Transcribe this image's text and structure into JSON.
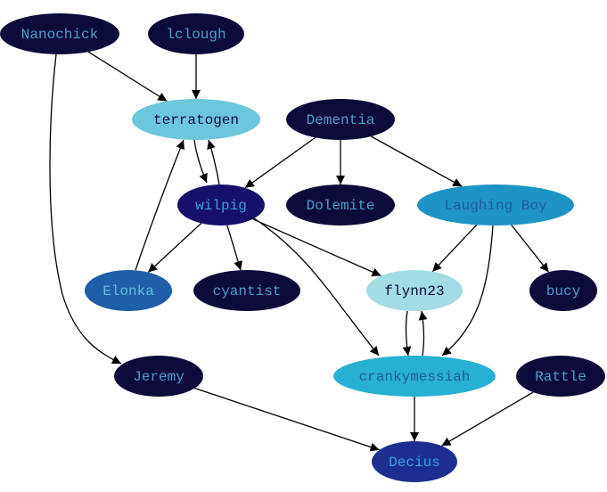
{
  "graph": {
    "nodes": [
      {
        "id": "Nanochick",
        "label": "Nanochick",
        "fill": "#0d0b3a",
        "text": "#4a9ec8"
      },
      {
        "id": "lclough",
        "label": "lclough",
        "fill": "#0d0b3a",
        "text": "#4a9ec8"
      },
      {
        "id": "terratogen",
        "label": "terratogen",
        "fill": "#6cc6dc",
        "text": "#0d0b3a"
      },
      {
        "id": "Dementia",
        "label": "Dementia",
        "fill": "#0d0b3a",
        "text": "#4a9ec8"
      },
      {
        "id": "wilpig",
        "label": "wilpig",
        "fill": "#16106a",
        "text": "#3aa0d8"
      },
      {
        "id": "Dolemite",
        "label": "Dolemite",
        "fill": "#0d0b3a",
        "text": "#4a9ec8"
      },
      {
        "id": "LaughingBoy",
        "label": "Laughing Boy",
        "fill": "#1e94c6",
        "text": "#1f5b9a"
      },
      {
        "id": "Elonka",
        "label": "Elonka",
        "fill": "#1f5ea8",
        "text": "#5ec0dc"
      },
      {
        "id": "cyantist",
        "label": "cyantist",
        "fill": "#0d0b3a",
        "text": "#4a9ec8"
      },
      {
        "id": "flynn23",
        "label": "flynn23",
        "fill": "#a4dce6",
        "text": "#0d0b3a"
      },
      {
        "id": "bucy",
        "label": "bucy",
        "fill": "#0d0b3a",
        "text": "#4a9ec8"
      },
      {
        "id": "Jeremy",
        "label": "Jeremy",
        "fill": "#0d0b3a",
        "text": "#4a9ec8"
      },
      {
        "id": "crankymessiah",
        "label": "crankymessiah",
        "fill": "#28b0d4",
        "text": "#1f5b9a"
      },
      {
        "id": "Rattle",
        "label": "Rattle",
        "fill": "#0d0b3a",
        "text": "#4a9ec8"
      },
      {
        "id": "Decius",
        "label": "Decius",
        "fill": "#1c2f90",
        "text": "#3aa0d8"
      }
    ],
    "edges": [
      {
        "from": "Nanochick",
        "to": "terratogen"
      },
      {
        "from": "Nanochick",
        "to": "Jeremy"
      },
      {
        "from": "lclough",
        "to": "terratogen"
      },
      {
        "from": "terratogen",
        "to": "wilpig"
      },
      {
        "from": "wilpig",
        "to": "terratogen"
      },
      {
        "from": "Elonka",
        "to": "terratogen"
      },
      {
        "from": "Dementia",
        "to": "wilpig"
      },
      {
        "from": "Dementia",
        "to": "Dolemite"
      },
      {
        "from": "Dementia",
        "to": "LaughingBoy"
      },
      {
        "from": "wilpig",
        "to": "Elonka"
      },
      {
        "from": "wilpig",
        "to": "cyantist"
      },
      {
        "from": "wilpig",
        "to": "flynn23"
      },
      {
        "from": "wilpig",
        "to": "crankymessiah"
      },
      {
        "from": "LaughingBoy",
        "to": "flynn23"
      },
      {
        "from": "LaughingBoy",
        "to": "bucy"
      },
      {
        "from": "LaughingBoy",
        "to": "crankymessiah"
      },
      {
        "from": "flynn23",
        "to": "crankymessiah"
      },
      {
        "from": "crankymessiah",
        "to": "flynn23"
      },
      {
        "from": "crankymessiah",
        "to": "Decius"
      },
      {
        "from": "Jeremy",
        "to": "Decius"
      },
      {
        "from": "Rattle",
        "to": "Decius"
      }
    ]
  }
}
